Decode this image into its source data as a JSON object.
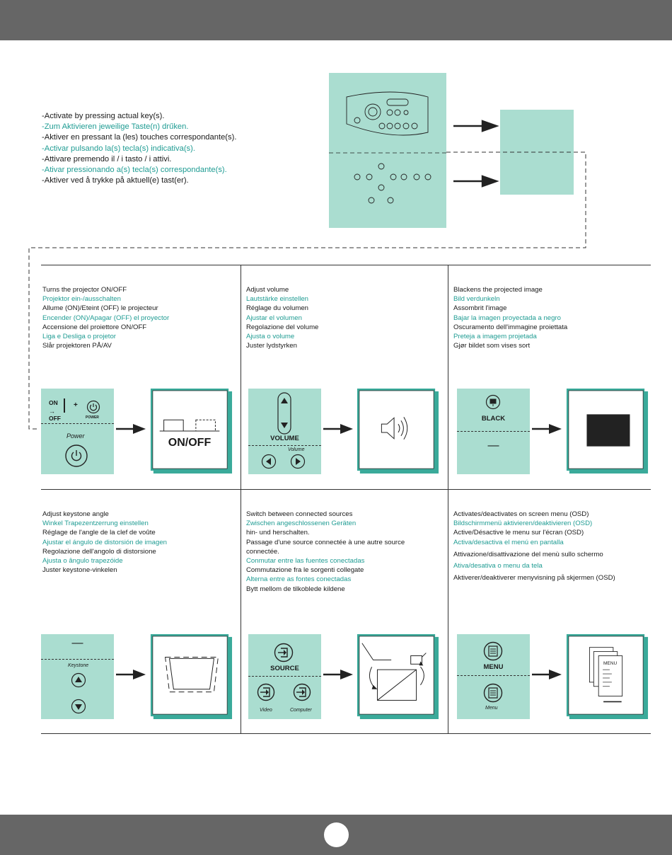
{
  "intro": {
    "lines": [
      {
        "text": "-Activate by pressing actual key(s).",
        "teal": false
      },
      {
        "text": "-Zum Aktivieren jeweilige Taste(n) drűken.",
        "teal": true
      },
      {
        "text": "-Aktiver en pressant la (les) touches correspondante(s).",
        "teal": false
      },
      {
        "text": "-Activar pulsando la(s) tecla(s) indicativa(s).",
        "teal": true
      },
      {
        "text": "-Attivare premendo il / i tasto / i attivi.",
        "teal": false
      },
      {
        "text": "-Ativar pressionando a(s) tecla(s) correspondante(s).",
        "teal": true
      },
      {
        "text": "-Aktiver ved å trykke på aktuell(e) tast(er).",
        "teal": false
      }
    ]
  },
  "cells": {
    "power": {
      "lines": [
        "Turns the projector ON/OFF",
        "Projektor ein-/ausschalten",
        "Allume (ON)/Eteint (OFF) le projecteur",
        "Encender (ON)/Apagar (OFF) el proyector",
        "Accensione del proiettore ON/OFF",
        "Liga e Desliga o projetor",
        "Slår projektoren PÅ/AV"
      ],
      "on_label": "ON",
      "off_label": "OFF",
      "plus": "+",
      "power_label": "POWER",
      "remote_label": "Power",
      "screen_label": "ON/OFF"
    },
    "volume": {
      "lines": [
        "Adjust volume",
        "Lautstärke einstellen",
        "Réglage du volumen",
        "Ajustar el volumen",
        "Regolazione del volume",
        "Ajusta o volume",
        "Juster lydstyrken"
      ],
      "key_label": "VOLUME",
      "remote_label": "Volume"
    },
    "black": {
      "lines": [
        "Blackens the projected image",
        "Bild verdunkeln",
        "Assombrit l'image",
        "Bajar la imagen proyectada a negro",
        "Oscuramento dell'immagine proiettata",
        "Preteja a imagem projetada",
        "Gjør bildet som vises sort"
      ],
      "key_label": "BLACK",
      "remote_label": "—"
    },
    "keystone": {
      "lines": [
        "Adjust keystone angle",
        "Winkel Trapezentzerrung einstellen",
        "Réglage de l'angle de la clef de voûte",
        "Ajustar el ángulo de distorsión de imagen",
        "Regolazione dell'angolo di distorsione",
        "Ajusta o ângulo trapezóide",
        "Juster keystone-vinkelen"
      ],
      "key_label": "—",
      "remote_label": "Keystone"
    },
    "source": {
      "lines": [
        "Switch between connected sources",
        "Zwischen angeschlossenen Geräten",
        "hin- und herschalten.",
        "Passage d'une source connectée à une autre source",
        "connectée.",
        "Conmutar entre las fuentes conectadas",
        "Commutazione fra le sorgenti collegate",
        "Alterna entre as fontes conectadas",
        "Bytt mellom de tilkoblede kildene"
      ],
      "key_label": "SOURCE",
      "video_label": "Video",
      "computer_label": "Computer"
    },
    "menu": {
      "lines": [
        "Activates/deactivates on screen menu (OSD)",
        "Bildschirmmenü aktivieren/deaktivieren (OSD)",
        "Active/Désactive le menu sur l'écran (OSD)",
        "Activa/desactiva el  menú en pantalla",
        "Attivazione/disattivazione del menù sullo schermo",
        "Ativa/desativa o menu da tela",
        "Aktiverer/deaktiverer menyvisning på skjermen (OSD)"
      ],
      "key_label": "MENU",
      "remote_label": "Menu",
      "screen_label": "MENU"
    }
  },
  "colors": {
    "panel": "#aaddd0",
    "teal_text": "#1f9c93",
    "bar": "#666666",
    "screen_border": "#3aaa9a"
  }
}
